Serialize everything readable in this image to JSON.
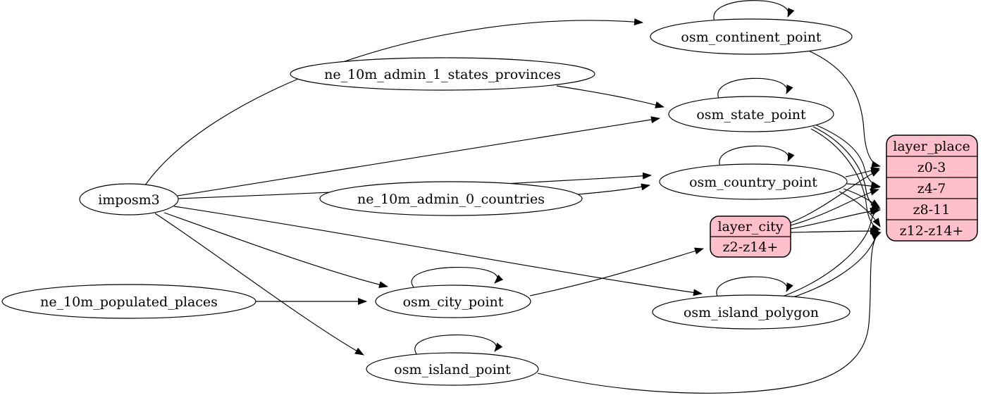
{
  "diagram": {
    "kind": "etl-graph",
    "colors": {
      "background": "#ffffff",
      "stroke": "#000000",
      "node_fill": "#ffffff",
      "table_fill": "#ffc0cb"
    },
    "nodes": {
      "imposm3": {
        "label": "imposm3",
        "shape": "ellipse"
      },
      "ne_10m_admin_1_states_provinces": {
        "label": "ne_10m_admin_1_states_provinces",
        "shape": "ellipse"
      },
      "ne_10m_admin_0_countries": {
        "label": "ne_10m_admin_0_countries",
        "shape": "ellipse"
      },
      "ne_10m_populated_places": {
        "label": "ne_10m_populated_places",
        "shape": "ellipse"
      },
      "osm_continent_point": {
        "label": "osm_continent_point",
        "shape": "ellipse"
      },
      "osm_state_point": {
        "label": "osm_state_point",
        "shape": "ellipse"
      },
      "osm_country_point": {
        "label": "osm_country_point",
        "shape": "ellipse"
      },
      "osm_city_point": {
        "label": "osm_city_point",
        "shape": "ellipse"
      },
      "osm_island_polygon": {
        "label": "osm_island_polygon",
        "shape": "ellipse"
      },
      "osm_island_point": {
        "label": "osm_island_point",
        "shape": "ellipse"
      }
    },
    "tables": {
      "layer_city": {
        "title": "layer_city",
        "rows": [
          "z2-z14+"
        ],
        "fill": "#ffc0cb"
      },
      "layer_place": {
        "title": "layer_place",
        "rows": [
          "z0-3",
          "z4-7",
          "z8-11",
          "z12-z14+"
        ],
        "fill": "#ffc0cb"
      }
    },
    "edges": [
      {
        "from": "imposm3",
        "to": "osm_continent_point"
      },
      {
        "from": "imposm3",
        "to": "osm_state_point"
      },
      {
        "from": "imposm3",
        "to": "osm_country_point"
      },
      {
        "from": "imposm3",
        "to": "osm_city_point"
      },
      {
        "from": "imposm3",
        "to": "osm_island_polygon"
      },
      {
        "from": "imposm3",
        "to": "osm_island_point"
      },
      {
        "from": "ne_10m_admin_1_states_provinces",
        "to": "osm_state_point"
      },
      {
        "from": "ne_10m_admin_0_countries",
        "to": "osm_country_point"
      },
      {
        "from": "ne_10m_populated_places",
        "to": "osm_city_point"
      },
      {
        "from": "osm_continent_point",
        "to": "osm_continent_point"
      },
      {
        "from": "osm_state_point",
        "to": "osm_state_point"
      },
      {
        "from": "osm_country_point",
        "to": "osm_country_point"
      },
      {
        "from": "osm_city_point",
        "to": "osm_city_point"
      },
      {
        "from": "osm_island_polygon",
        "to": "osm_island_polygon"
      },
      {
        "from": "osm_island_point",
        "to": "osm_island_point"
      },
      {
        "from": "osm_continent_point",
        "to": "layer_place:z0-3"
      },
      {
        "from": "osm_country_point",
        "to": "layer_place:z0-3"
      },
      {
        "from": "osm_country_point",
        "to": "layer_place:z4-7"
      },
      {
        "from": "osm_country_point",
        "to": "layer_place:z8-11"
      },
      {
        "from": "osm_country_point",
        "to": "layer_place:z12-z14+"
      },
      {
        "from": "osm_state_point",
        "to": "layer_place:z4-7"
      },
      {
        "from": "osm_state_point",
        "to": "layer_place:z8-11"
      },
      {
        "from": "osm_state_point",
        "to": "layer_place:z12-z14+"
      },
      {
        "from": "osm_city_point",
        "to": "layer_city:z2-z14+"
      },
      {
        "from": "layer_city:z2-z14+",
        "to": "layer_place:z0-3"
      },
      {
        "from": "layer_city:z2-z14+",
        "to": "layer_place:z4-7"
      },
      {
        "from": "layer_city:z2-z14+",
        "to": "layer_place:z8-11"
      },
      {
        "from": "layer_city:z2-z14+",
        "to": "layer_place:z12-z14+"
      },
      {
        "from": "osm_island_polygon",
        "to": "layer_place:z8-11"
      },
      {
        "from": "osm_island_polygon",
        "to": "layer_place:z12-z14+"
      },
      {
        "from": "osm_island_point",
        "to": "layer_place:z12-z14+"
      }
    ]
  }
}
